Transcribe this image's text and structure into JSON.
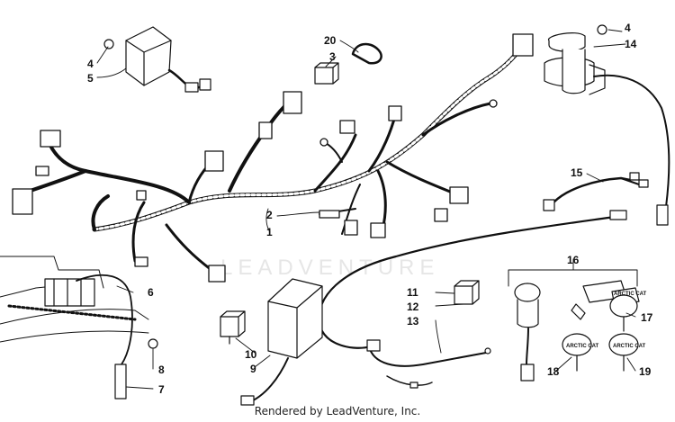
{
  "watermark": "LEADVENTURE",
  "footer": "Rendered by LeadVenture, Inc.",
  "callouts": {
    "c1": "1",
    "c2": "2",
    "c3": "3",
    "c4a": "4",
    "c4b": "4",
    "c5": "5",
    "c6": "6",
    "c7": "7",
    "c8": "8",
    "c9": "9",
    "c10": "10",
    "c11": "11",
    "c12": "12",
    "c13": "13",
    "c14": "14",
    "c15": "15",
    "c16": "16",
    "c17": "17",
    "c18": "18",
    "c19": "19",
    "c20": "20"
  },
  "key_brand": "ARCTIC CAT",
  "colors": {
    "line": "#111111",
    "watermark": "#e6e6e6"
  }
}
